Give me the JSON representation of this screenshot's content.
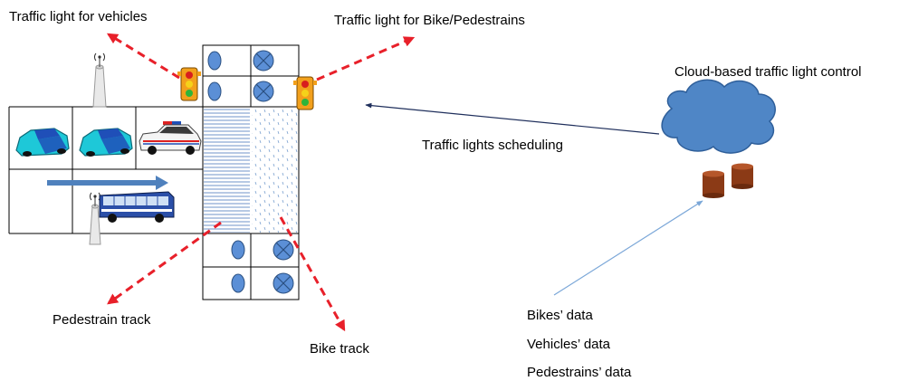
{
  "labels": {
    "vehicle_light": "Traffic light for vehicles",
    "bike_ped_light": "Traffic light for Bike/Pedestrains",
    "cloud_control": "Cloud-based traffic light control",
    "scheduling": "Traffic lights scheduling",
    "pedestrian_track": "Pedestrain track",
    "bike_track": "Bike track",
    "bikes_data": "Bikes’ data",
    "vehicles_data": "Vehicles’ data",
    "pedestrians_data": "Pedestrains’ data"
  },
  "colors": {
    "grid_line": "#000000",
    "dashed_arrow": "#e8202a",
    "pedestrian_hatch": "#6f93c9",
    "bike_hatch": "#7aa0d0",
    "signal_fill": "#5b8fd6",
    "cloud_fill": "#4f86c6",
    "barrel_fill": "#8b3a16",
    "scheduling_arrow": "#1f2f5c",
    "data_arrow": "#7ba7d8",
    "flow_arrow": "#4f81bd",
    "car_body": "#1ec8d8",
    "car_stripe": "#1f4fb8",
    "bus_body": "#2b4fa8",
    "light_housing": "#f2a01c"
  },
  "icons": {
    "vehicle_light": "traffic-light-icon",
    "bike_light": "traffic-light-icon",
    "antenna": "antenna-tower-icon",
    "cloud": "cloud-icon",
    "database": "database-barrel-icon",
    "car": "car-icon",
    "police_car": "police-car-icon",
    "bus": "bus-icon"
  }
}
